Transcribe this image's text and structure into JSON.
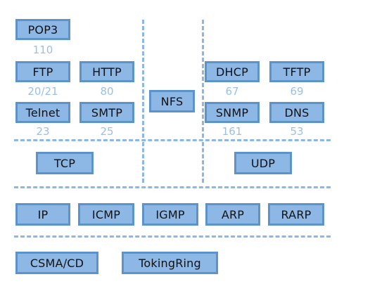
{
  "diagram": {
    "application_layer": {
      "pop3": {
        "label": "POP3",
        "port": "110"
      },
      "ftp": {
        "label": "FTP",
        "port": "20/21"
      },
      "http": {
        "label": "HTTP",
        "port": "80"
      },
      "telnet": {
        "label": "Telnet",
        "port": "23"
      },
      "smtp": {
        "label": "SMTP",
        "port": "25"
      },
      "nfs": {
        "label": "NFS"
      },
      "dhcp": {
        "label": "DHCP",
        "port": "67"
      },
      "tftp": {
        "label": "TFTP",
        "port": "69"
      },
      "snmp": {
        "label": "SNMP",
        "port": "161"
      },
      "dns": {
        "label": "DNS",
        "port": "53"
      }
    },
    "transport_layer": {
      "tcp": {
        "label": "TCP"
      },
      "udp": {
        "label": "UDP"
      }
    },
    "network_layer": {
      "ip": {
        "label": "IP"
      },
      "icmp": {
        "label": "ICMP"
      },
      "igmp": {
        "label": "IGMP"
      },
      "arp": {
        "label": "ARP"
      },
      "rarp": {
        "label": "RARP"
      }
    },
    "link_layer": {
      "csma_cd": {
        "label": "CSMA/CD"
      },
      "token_ring": {
        "label": "TokingRing"
      }
    },
    "colors": {
      "box_fill": "#8db8e6",
      "box_border": "#5c93c9",
      "port_text": "#9cc0e3",
      "divider": "#8db8e6",
      "label_text": "#111111"
    }
  }
}
